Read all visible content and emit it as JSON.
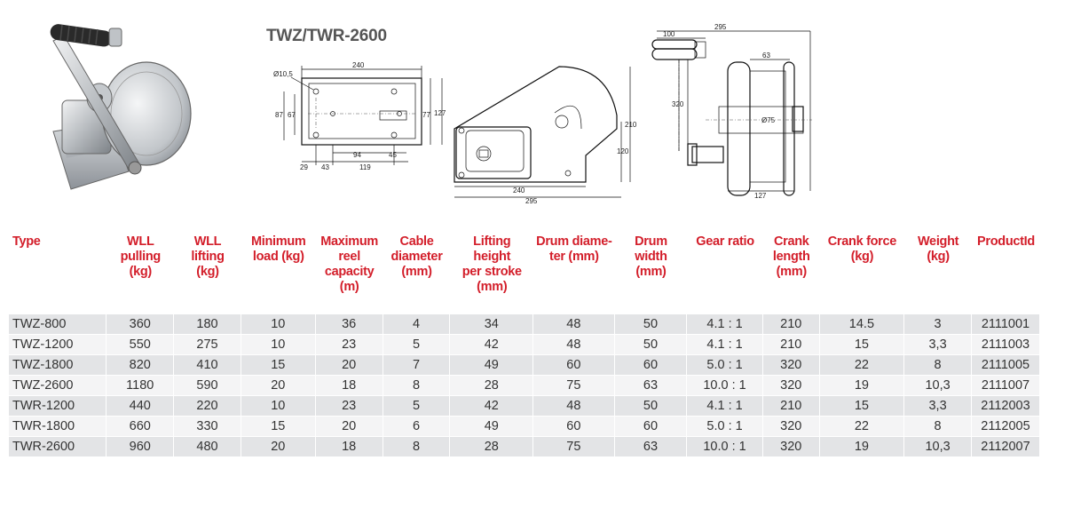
{
  "model_title": "TWZ/TWR-2600",
  "drawing_labels": {
    "d_hole": "Ø10,5",
    "w240": "240",
    "h127": "127",
    "h87": "87",
    "h67": "67",
    "h77": "77",
    "b29": "29",
    "b43": "43",
    "b94": "94",
    "b45": "45",
    "b119": "119",
    "side_h210": "210",
    "side_h120": "120",
    "side_w240": "240",
    "side_w295": "295",
    "front_w295": "295",
    "front_w100": "100",
    "front_w63": "63",
    "front_h320": "320",
    "front_d75": "Ø75",
    "front_w127": "127"
  },
  "table": {
    "headers": [
      [
        "Type"
      ],
      [
        "WLL",
        "pulling",
        "(kg)"
      ],
      [
        "WLL",
        "lifting",
        "(kg)"
      ],
      [
        "Minimum",
        "load (kg)"
      ],
      [
        "Maximum",
        "reel",
        "capacity",
        "(m)"
      ],
      [
        "Cable",
        "diameter",
        "(mm)"
      ],
      [
        "Lifting",
        "height",
        "per stroke",
        "(mm)"
      ],
      [
        "Drum diame-",
        "ter (mm)"
      ],
      [
        "Drum",
        "width",
        "(mm)"
      ],
      [
        "Gear ratio"
      ],
      [
        "Crank",
        "length",
        "(mm)"
      ],
      [
        "Crank force",
        "(kg)"
      ],
      [
        "Weight",
        "(kg)"
      ],
      [
        "ProductId"
      ]
    ],
    "rows": [
      [
        "TWZ-800",
        "360",
        "180",
        "10",
        "36",
        "4",
        "34",
        "48",
        "50",
        "4.1 : 1",
        "210",
        "14.5",
        "3",
        "2111001"
      ],
      [
        "TWZ-1200",
        "550",
        "275",
        "10",
        "23",
        "5",
        "42",
        "48",
        "50",
        "4.1 : 1",
        "210",
        "15",
        "3,3",
        "2111003"
      ],
      [
        "TWZ-1800",
        "820",
        "410",
        "15",
        "20",
        "7",
        "49",
        "60",
        "60",
        "5.0 : 1",
        "320",
        "22",
        "8",
        "2111005"
      ],
      [
        "TWZ-2600",
        "1180",
        "590",
        "20",
        "18",
        "8",
        "28",
        "75",
        "63",
        "10.0 : 1",
        "320",
        "19",
        "10,3",
        "2111007"
      ],
      [
        "TWR-1200",
        "440",
        "220",
        "10",
        "23",
        "5",
        "42",
        "48",
        "50",
        "4.1 : 1",
        "210",
        "15",
        "3,3",
        "2112003"
      ],
      [
        "TWR-1800",
        "660",
        "330",
        "15",
        "20",
        "6",
        "49",
        "60",
        "60",
        "5.0 : 1",
        "320",
        "22",
        "8",
        "2112005"
      ],
      [
        "TWR-2600",
        "960",
        "480",
        "20",
        "18",
        "8",
        "28",
        "75",
        "63",
        "10.0 : 1",
        "320",
        "19",
        "10,3",
        "2112007"
      ]
    ]
  }
}
